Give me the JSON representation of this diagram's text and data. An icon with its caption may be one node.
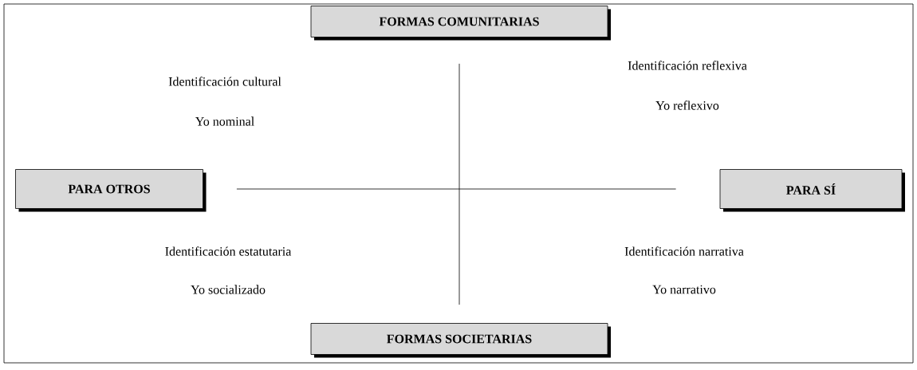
{
  "diagram": {
    "nodes": [
      {
        "text": [
          "FORMAS COMUNITARIAS"
        ]
      },
      {
        "text": [
          "PARA OTROS"
        ]
      },
      {
        "text": [
          "PARA SÍ"
        ]
      },
      {
        "text": [
          "FORMAS SOCIETARIAS"
        ]
      }
    ],
    "edges": [
      {
        "from": 1,
        "to": 2,
        "arrow": "none"
      },
      {
        "from": 0,
        "to": 3,
        "arrow": "none"
      }
    ],
    "labels": [
      "Identificación cultural",
      "Yo nominal",
      "Identificación reflexiva",
      "Yo reflexivo",
      "Identificación estatutaria",
      "Yo socializado",
      "Identificación narrativa",
      "Yo narrativo"
    ]
  }
}
